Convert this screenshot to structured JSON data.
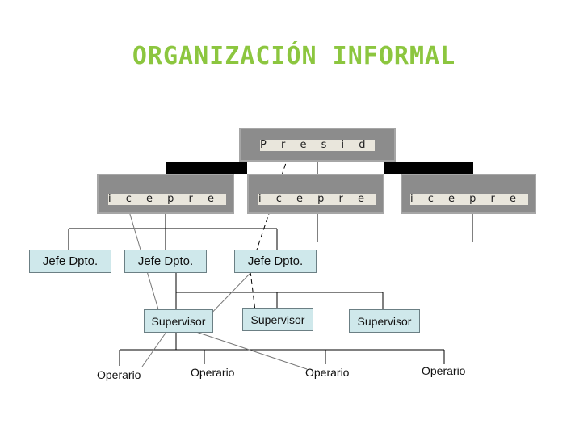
{
  "title": "ORGANIZACIÓN INFORMAL",
  "colors": {
    "title": "#8cc63f",
    "node_fill": "#cfe8eb",
    "exec_fill": "#8c8c8c"
  },
  "presidente": {
    "label": "P r e s i d e n t e"
  },
  "vicepresidentes": [
    {
      "label": "i c e p r e s i d e n t e"
    },
    {
      "label": "i c e p r e s i d e n t e"
    },
    {
      "label": "i c e p r e s i d e n t e"
    }
  ],
  "jefes": [
    {
      "label": "Jefe Dpto."
    },
    {
      "label": "Jefe Dpto."
    },
    {
      "label": "Jefe Dpto."
    }
  ],
  "supervisores": [
    {
      "label": "Supervisor"
    },
    {
      "label": "Supervisor"
    },
    {
      "label": "Supervisor"
    }
  ],
  "operarios": [
    {
      "label": "Operario"
    },
    {
      "label": "Operario"
    },
    {
      "label": "Operario"
    },
    {
      "label": "Operario"
    }
  ]
}
